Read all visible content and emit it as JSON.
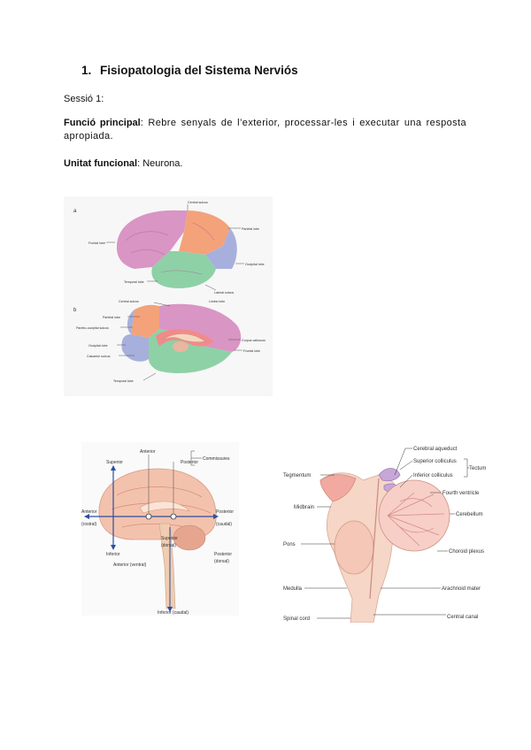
{
  "heading": {
    "number": "1.",
    "title": "Fisiopatologia del Sistema Nerviós"
  },
  "session": "Sessió 1:",
  "main_function": {
    "label": "Funció principal",
    "text": ": Rebre senyals de l’exterior, processar-les i executar una resposta apropiada."
  },
  "functional_unit": {
    "label": "Unitat funcional",
    "text": ": Neurona."
  },
  "figure_lobes": {
    "panel_a": "a",
    "panel_b": "b",
    "labels_lateral": {
      "central": "Central sulcus",
      "parietal": "Parietal lobe",
      "frontal": "Frontal lobe",
      "occipital": "Occipital lobe",
      "temporal": "Temporal lobe",
      "lateral": "Lateral sulcus"
    },
    "labels_medial": {
      "central": "Central sulcus",
      "limbic": "Limbic lobe",
      "parietal": "Parietal lobe",
      "parieto_occipital": "Parieto-occipital sulcus",
      "occipital": "Occipital lobe",
      "calcarine": "Calcarine sulcus",
      "corpus": "Corpus callosum",
      "frontal": "Frontal lobe",
      "temporal": "Temporal lobe"
    },
    "colors": {
      "frontal": "#d995c4",
      "parietal": "#f3a27a",
      "occipital": "#a7b0dc",
      "temporal": "#8ed1a6",
      "limbic": "#f28a8a"
    }
  },
  "figure_axes": {
    "anterior_top": "Anterior",
    "posterior_top": "Posterior",
    "commissures": "Commissures",
    "superior": "Superior",
    "inferior": "Inferior",
    "anterior_left": "Anterior",
    "rostral": "(rostral)",
    "posterior_right": "Posterior",
    "caudal": "(caudal)",
    "superior_dorsal": "Superior",
    "dorsal_paren": "(dorsal)",
    "anterior_ventral": "Anterior (ventral)",
    "posterior_dorsal": "Posterior",
    "dorsal2": "(dorsal)",
    "inferior_caudal": "Inferior (caudal)"
  },
  "figure_brainstem": {
    "cerebral_aqueduct": "Cerebral aqueduct",
    "superior_colliculus": "Superior colliculus",
    "tectum": "Tectum",
    "inferior_colliculus": "Inferior colliculus",
    "tegmentum": "Tegmentum",
    "midbrain": "Midbrain",
    "fourth_ventricle": "Fourth ventricle",
    "cerebellum": "Cerebellum",
    "pons": "Pons",
    "choroid_plexus": "Choroid plexus",
    "medulla": "Medulla",
    "arachnoid": "Arachnoid mater",
    "spinal_cord": "Spinal cord",
    "central_canal": "Central canal"
  }
}
